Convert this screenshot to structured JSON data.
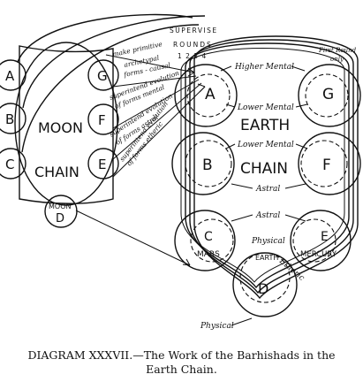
{
  "moon_chain": {
    "title_line1": "MOON",
    "title_line2": "CHAIN",
    "globe_a": "A",
    "globe_b": "B",
    "globe_c": "C",
    "globe_e": "E",
    "globe_f": "F",
    "globe_g": "G",
    "moon_label": "MOON",
    "moon_d": "D"
  },
  "rounds": {
    "line1": "SUPERVISE",
    "line2": "ROUNDS",
    "numbers": "1 2 3 4"
  },
  "barhishad_labels": {
    "make_primitive_1": "make primitive",
    "make_primitive_2": "archetypal",
    "make_primitive_3": "forms - causal",
    "mental_1": "superintend evolution",
    "mental_2": "of forms mental",
    "astral_1": "superintend evolution",
    "astral_2": "of forms astral",
    "etheric_1": "superintend evolution",
    "etheric_2": "of forms etheric"
  },
  "earth_chain": {
    "title_line1": "EARTH",
    "title_line2": "CHAIN",
    "globe_a": "A",
    "globe_b": "B",
    "globe_c": "C",
    "globe_d": "D",
    "globe_e": "E",
    "globe_f": "F",
    "globe_g": "G",
    "mars": "MARS",
    "mercury": "MERCURY",
    "first_round_1": "First Round",
    "first_round_2": "only",
    "higher_mental": "Higher Mental",
    "lower_mental_1": "Lower Mental",
    "lower_mental_2": "Lower Mental",
    "astral_1": "Astral",
    "astral_2": "Astral",
    "physical_1": "Physical",
    "physical_2": "EARTH",
    "etheric": "Etheric",
    "physical_bottom": "Physical"
  },
  "caption": {
    "line1": "DIAGRAM XXXVII.—The Work of the Barhishads in the",
    "line2": "Earth Chain."
  }
}
